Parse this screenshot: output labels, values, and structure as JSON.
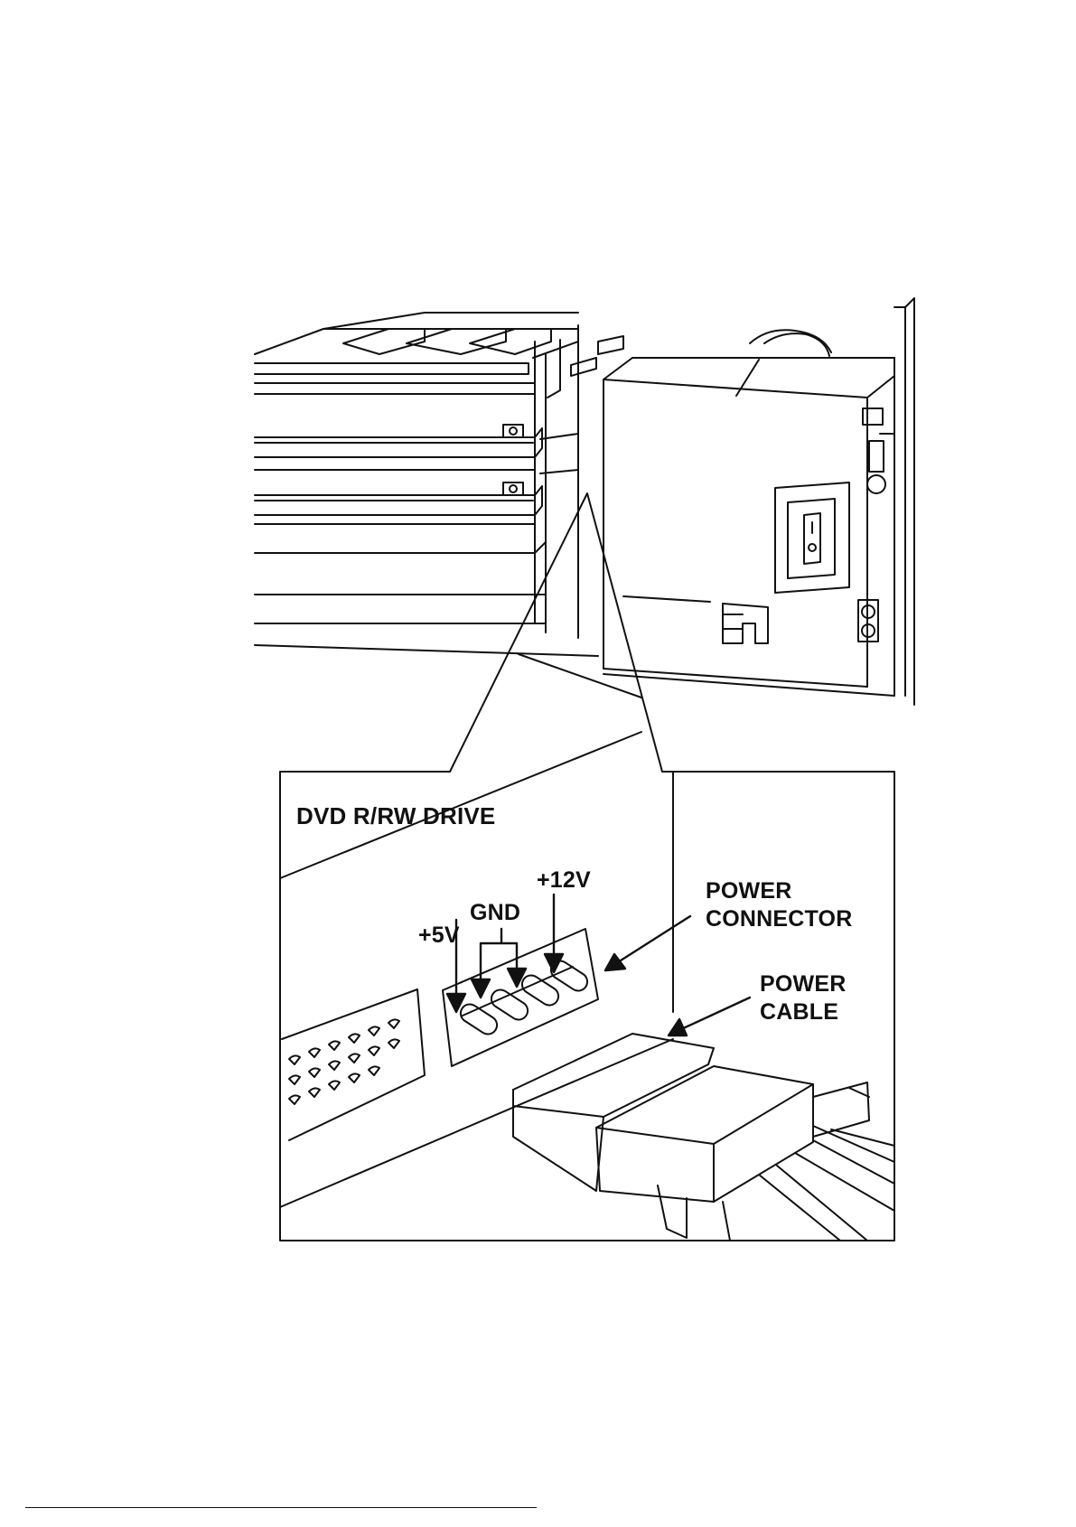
{
  "figure": {
    "labels": {
      "drive": "DVD R/RW DRIVE",
      "plus12v": "+12V",
      "gnd": "GND",
      "plus5v": "+5V",
      "power_connector_line1": "POWER",
      "power_connector_line2": "CONNECTOR",
      "power_cable_line1": "POWER",
      "power_cable_line2": "CABLE"
    },
    "line_color": "#111111"
  }
}
